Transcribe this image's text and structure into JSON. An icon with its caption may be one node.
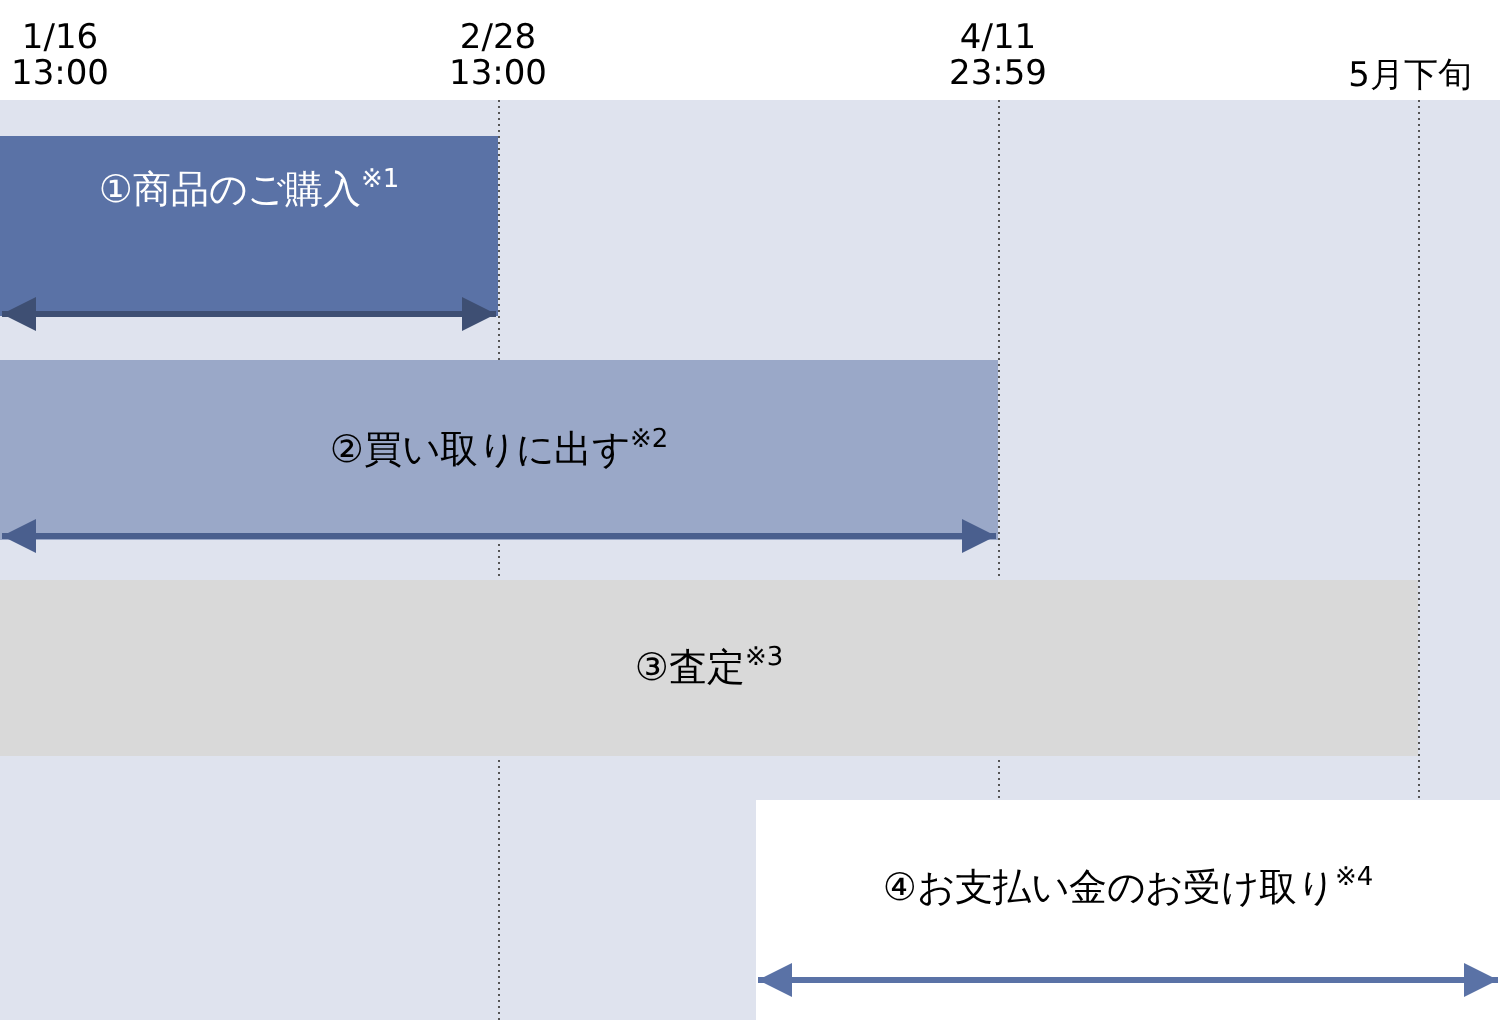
{
  "diagram": {
    "nodes": [
      {
        "text": [
          "①商品のご購入$^{※1}$"
        ]
      },
      {
        "text": [
          "②買い取りに出す$^{※2}$"
        ]
      },
      {
        "text": [
          "③査定$^{※3}$"
        ]
      },
      {
        "text": [
          "④お支払い金のお受け取り$^{※4}$"
        ]
      }
    ],
    "labels": [
      "1/16 13:00",
      "2/28 13:00",
      "4/11 23:59",
      "5月下旬"
    ]
  }
}
